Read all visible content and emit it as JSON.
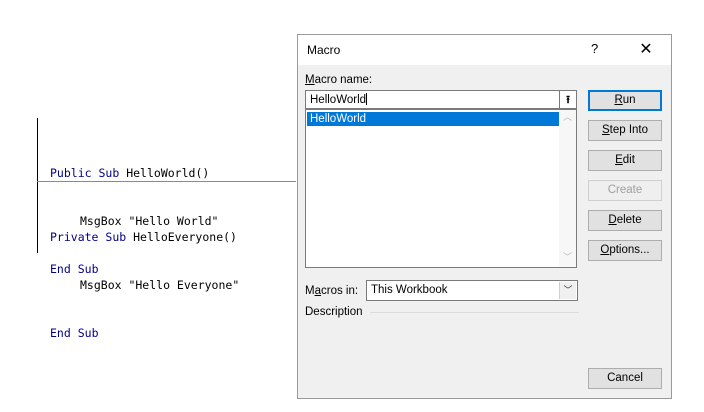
{
  "code": {
    "block1": {
      "line1_kw1": "Public",
      "line1_kw2": "Sub",
      "line1_name": "HelloWorld()",
      "line2": "MsgBox \"Hello World\"",
      "line3_kw1": "End",
      "line3_kw2": "Sub"
    },
    "block2": {
      "line1_kw1": "Private",
      "line1_kw2": "Sub",
      "line1_name": "HelloEveryone()",
      "line2": "MsgBox \"Hello Everyone\"",
      "line3_kw1": "End",
      "line3_kw2": "Sub"
    },
    "keyword_color": "#00008b"
  },
  "dialog": {
    "title": "Macro",
    "help_label": "?",
    "close_icon": "close-icon",
    "macro_name_label": {
      "accel": "M",
      "rest": "acro name:"
    },
    "macro_name_value": "HelloWorld",
    "updir_icon": "⭱",
    "macro_list": [
      {
        "label": "HelloWorld",
        "selected": true
      }
    ],
    "macros_in_label": {
      "pre": "M",
      "accel": "a",
      "rest": "cros in:"
    },
    "macros_in_value": "This Workbook",
    "description_label": "Description",
    "buttons": {
      "run": {
        "accel": "R",
        "rest": "un"
      },
      "step_into": {
        "accel": "S",
        "rest": "tep Into"
      },
      "edit": {
        "accel": "E",
        "rest": "dit"
      },
      "create": "Create",
      "delete": {
        "accel": "D",
        "rest": "elete"
      },
      "options": {
        "accel": "O",
        "rest": "ptions..."
      },
      "cancel": "Cancel"
    },
    "accent_color": "#0078d7"
  }
}
